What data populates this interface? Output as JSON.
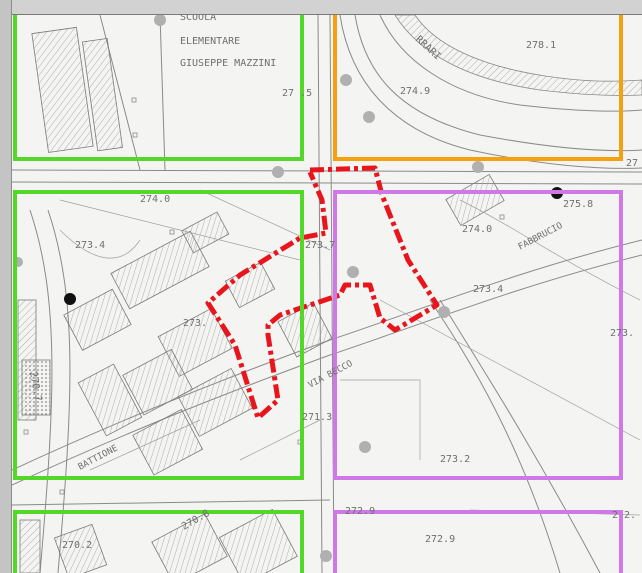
{
  "map": {
    "colors": {
      "green": "#55d62a",
      "orange": "#f5a00f",
      "violet": "#cf78e8",
      "route": "#e8161c",
      "linework": "#8a8a8a"
    },
    "labels": {
      "scuola": "SCUOLA",
      "elementare": "ELEMENTARE",
      "mazzini": "GIUSEPPE  MAZZINI",
      "via_top": "RRARI",
      "via_right": "FABBRUCIO",
      "via_mid": "VIA BECCO",
      "via_low": "BATTIONE",
      "h_278_1": "278.1",
      "h_27x_5": "27 .5",
      "h_274_9": "274.9",
      "h_274_0a": "274.0",
      "h_274_0b": "274.0",
      "h_273_4a": "273.4",
      "h_273_4b": "273.4",
      "h_273_7": "273.7",
      "h_273_x": "273.",
      "h_273_x2": "273.",
      "h_271_3": "271.3",
      "h_273_2": "273.2",
      "h_275_8": "275.8",
      "h_272_9a": "272.9",
      "h_272_9b": "272.9",
      "h_270_2": "270.2",
      "h_270_8": "270.8",
      "h_270_7": "270.7",
      "h_272_edge": "2 2.",
      "h_27_edge": "27"
    }
  }
}
